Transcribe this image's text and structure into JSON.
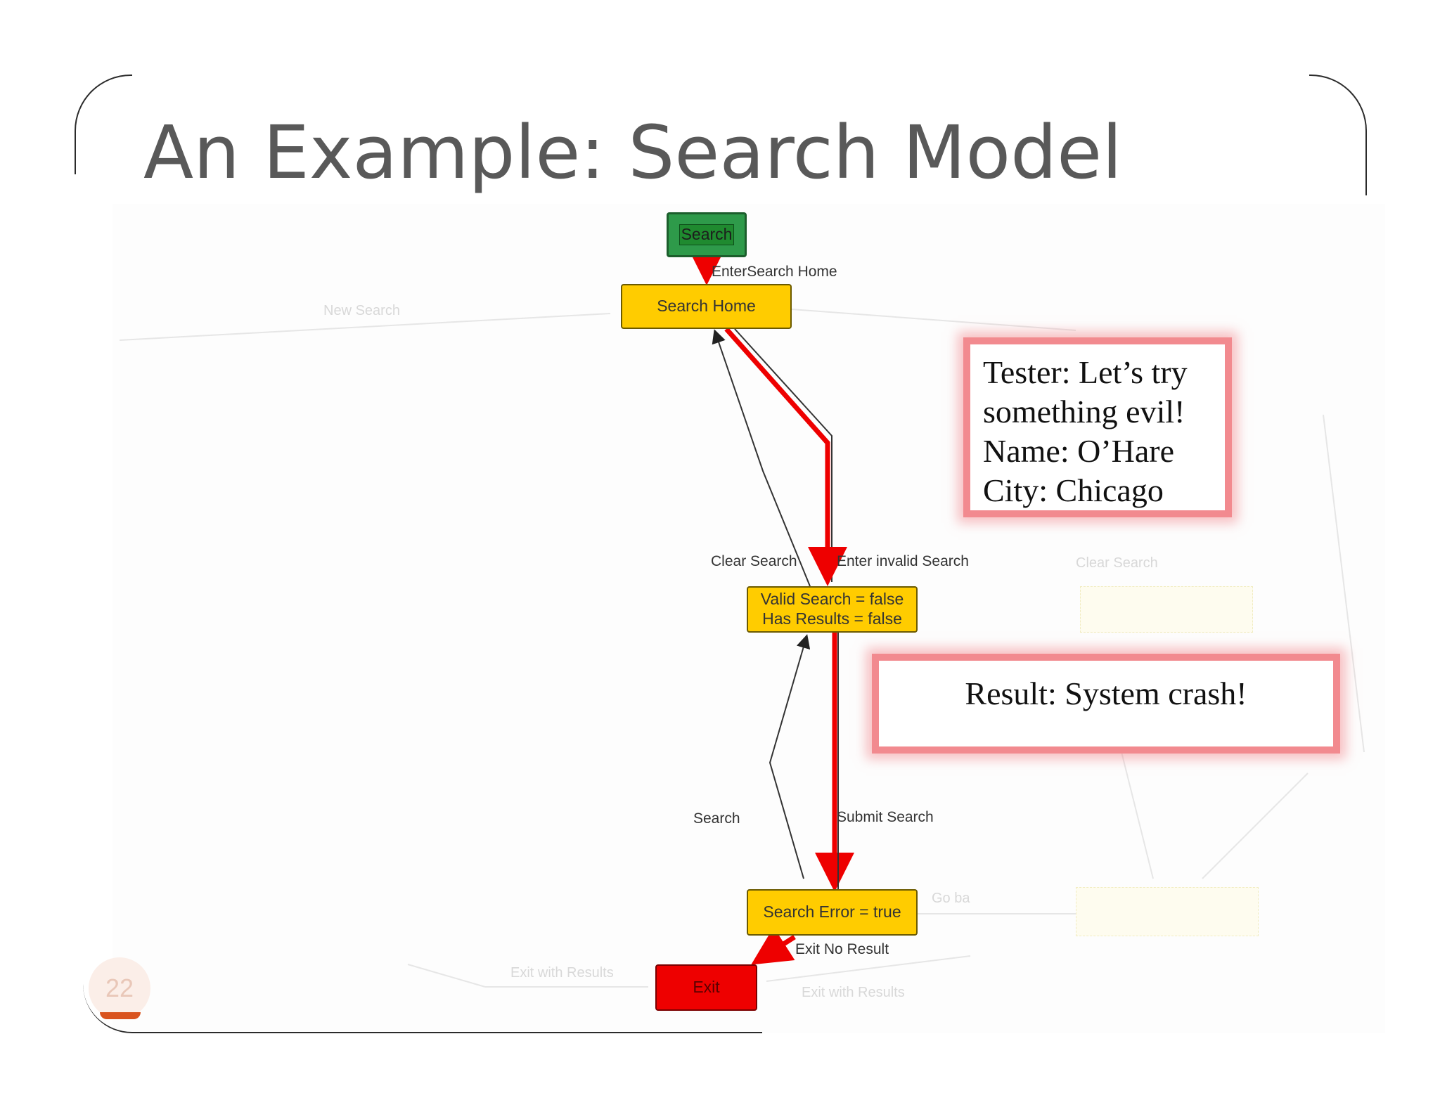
{
  "slide": {
    "title": "An Example: Search Model",
    "page_number": "22"
  },
  "diagram": {
    "nodes": {
      "search": "Search",
      "search_home": "Search Home",
      "invalid_search": [
        "Valid Search = false",
        "Has Results = false"
      ],
      "search_error": "Search Error = true",
      "exit": "Exit"
    },
    "edges": {
      "enter_search_home": "EnterSearch Home",
      "clear_search": "Clear Search",
      "enter_invalid_search": "Enter invalid Search",
      "submit_search": "Submit Search",
      "submit_search_left": "Search",
      "exit_no_result": "Exit No Result"
    },
    "faded_labels": {
      "new_search": "New Search",
      "clear_search": "Clear Search",
      "exit_with_results_left": "Exit with Results",
      "exit_with_results_right": "Exit with Results",
      "go_back": "Go ba"
    }
  },
  "callouts": {
    "tester": [
      "Tester: Let’s try",
      "something evil!",
      "Name: O’Hare",
      "City: Chicago"
    ],
    "result": "Result: System crash!"
  },
  "colors": {
    "node_fill": "#ffcc00",
    "start_fill": "#2e9a4a",
    "exit_fill": "#ee0000",
    "highlight_path": "#ee0000",
    "callout_border": "#f28a8f",
    "title": "#595959"
  }
}
